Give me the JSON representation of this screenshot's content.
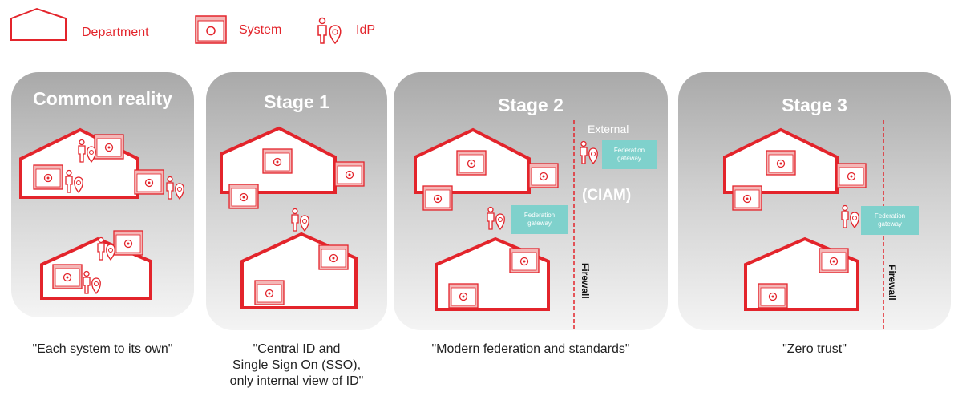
{
  "legend": {
    "department": "Department",
    "system": "System",
    "idp": "IdP"
  },
  "panels": [
    {
      "title": "Common reality",
      "caption": "\"Each system to its own\""
    },
    {
      "title": "Stage 1",
      "caption_lines": [
        "\"Central ID and",
        "Single Sign On (SSO),",
        "only internal view of ID\""
      ]
    },
    {
      "title": "Stage 2",
      "caption": "\"Modern federation and standards\"",
      "external": "External",
      "ciam": "(CIAM)",
      "firewall": "Firewall",
      "federation": [
        "Federation",
        "gateway"
      ]
    },
    {
      "title": "Stage 3",
      "caption": "\"Zero trust\"",
      "firewall": "Firewall",
      "federation": [
        "Federation",
        "gateway"
      ]
    }
  ],
  "colors": {
    "accent": "#e3242b",
    "panel_top": "#a9a9a9",
    "panel_bottom": "#f4f4f4",
    "gateway": "#7fd1cc",
    "system_fill": "#f4b6b6"
  },
  "icons": [
    "department-icon",
    "system-icon",
    "idp-icon",
    "gear-icon"
  ]
}
